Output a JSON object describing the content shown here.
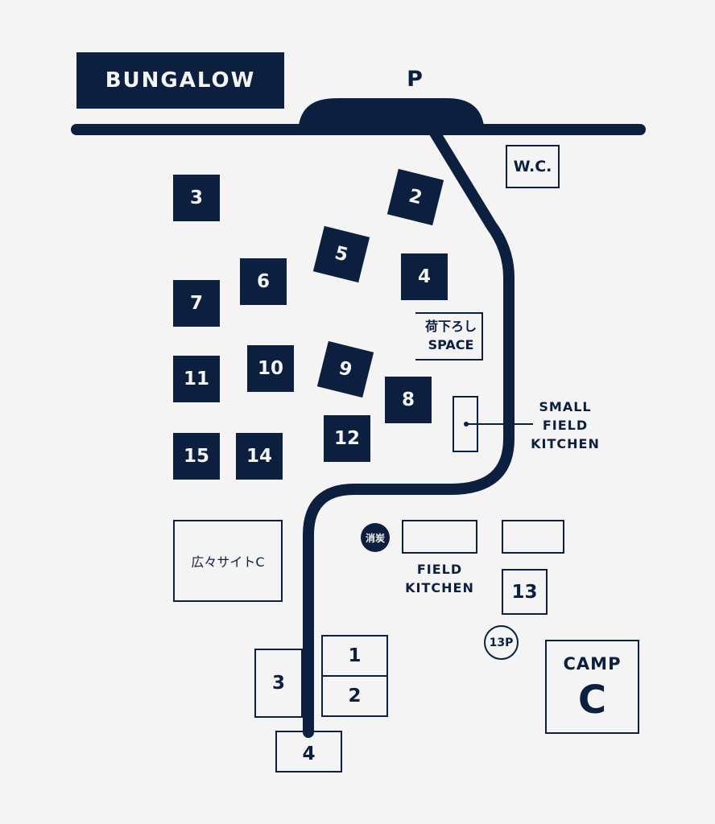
{
  "colors": {
    "navy": "#0d1f3f",
    "background": "#f4f4f4"
  },
  "labels": {
    "bungalow": "BUNGALOW",
    "parking": "P",
    "wc": "W.C.",
    "unloading_jp": "荷下ろし",
    "unloading_en": "SPACE",
    "small_field_kitchen": [
      "SMALL",
      "FIELD",
      "KITCHEN"
    ],
    "field_kitchen": [
      "FIELD",
      "KITCHEN"
    ],
    "fire_badge": "消炭",
    "open_site": "広々サイトC",
    "parking_13": "13P",
    "camp": "CAMP",
    "camp_letter": "C"
  },
  "sites": {
    "s2": "2",
    "s3": "3",
    "s4": "4",
    "s5": "5",
    "s6": "6",
    "s7": "7",
    "s8": "8",
    "s9": "9",
    "s10": "10",
    "s11": "11",
    "s12": "12",
    "s14": "14",
    "s15": "15"
  },
  "outline_sites": {
    "s13": "13",
    "b1": "1",
    "b2": "2",
    "b3": "3",
    "b4": "4"
  }
}
